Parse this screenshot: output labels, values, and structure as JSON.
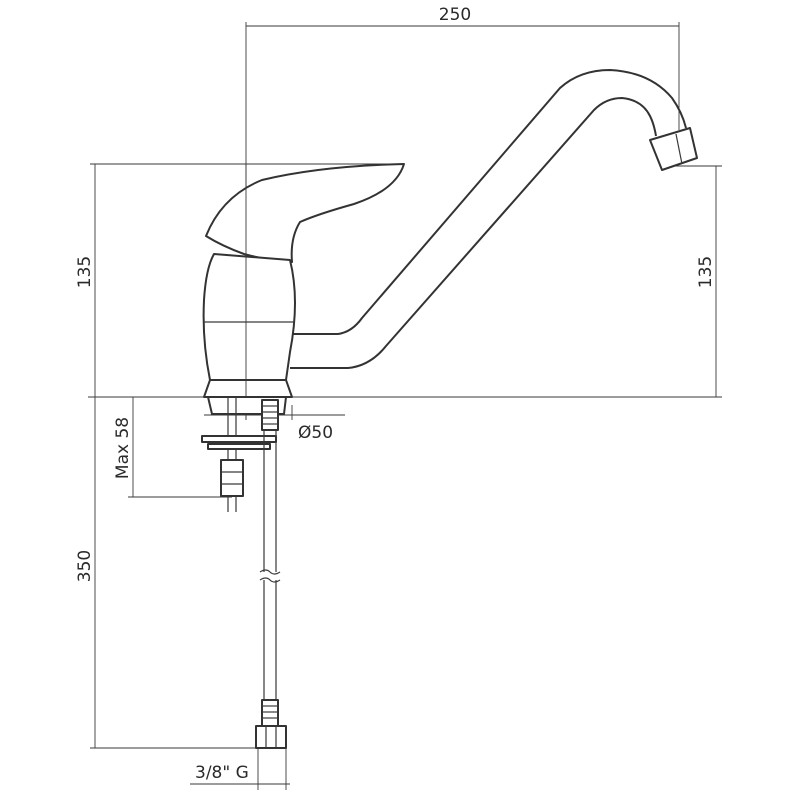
{
  "dimensions": {
    "spout_reach": "250",
    "height_left": "135",
    "height_right": "135",
    "base_diameter": "Ø50",
    "max_thickness": "Max 58",
    "hose_length": "350",
    "thread": "3/8\" G"
  }
}
